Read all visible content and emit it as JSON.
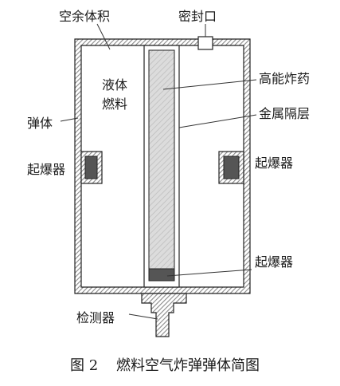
{
  "labels": {
    "spare_volume": "空余体积",
    "seal_port": "密封口",
    "liquid_fuel_line1": "液体",
    "liquid_fuel_line2": "燃料",
    "high_explosive": "高能炸药",
    "metal_barrier": "金属隔层",
    "projectile_body": "弹体",
    "detonator_left": "起爆器",
    "detonator_right": "起爆器",
    "detonator_bottom": "起爆器",
    "detector": "检测器"
  },
  "caption": "图 2    燃料空气炸弹弹体简图",
  "colors": {
    "hatch": "#9a9a9a",
    "outline": "#222222",
    "explosive_fill": "#d6d6d6",
    "detonator_fill": "#555555",
    "background": "#ffffff"
  }
}
